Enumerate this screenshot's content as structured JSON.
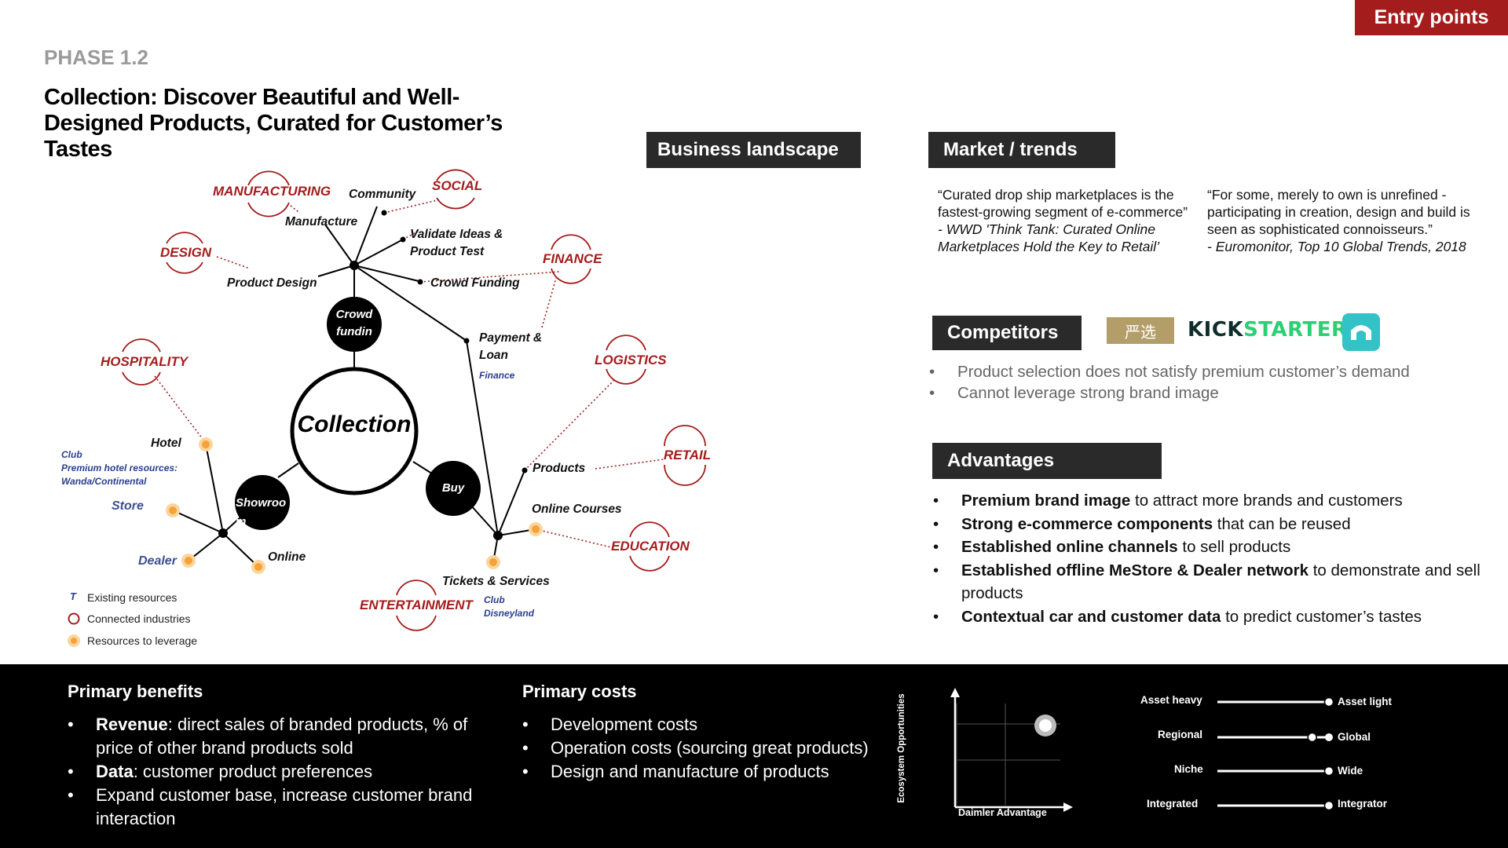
{
  "header": {
    "entry_points": "Entry points",
    "phase": "PHASE 1.2",
    "title": "Collection: Discover Beautiful and Well-Designed Products, Curated for Customer’s Tastes"
  },
  "tags": {
    "business_landscape": "Business landscape",
    "market_trends": "Market / trends",
    "competitors": "Competitors",
    "advantages": "Advantages"
  },
  "quotes": [
    {
      "text": "“Curated drop ship marketplaces is the fastest-growing segment of e-commerce”",
      "source": "- WWD 'Think Tank: Curated Online Marketplaces Hold the Key to Retail’"
    },
    {
      "text": "“For some, merely to own is unrefined - participating in creation, design and build is seen as sophisticated connoisseurs.”",
      "source": "- Euromonitor, Top 10 Global Trends, 2018"
    }
  ],
  "competitor_logos": {
    "yanxuan": "严选",
    "kick1": "KICK",
    "kick2": "STARTER",
    "nio_icon": "nio-logo-icon"
  },
  "competitor_points": [
    "Product selection does not satisfy premium customer’s demand",
    "Cannot leverage strong brand image"
  ],
  "advantages": [
    {
      "bold": "Premium brand image",
      "rest": " to attract more brands and customers"
    },
    {
      "bold": "Strong e-commerce components",
      "rest": " that can be reused"
    },
    {
      "bold": "Established online channels",
      "rest": " to sell products"
    },
    {
      "bold": "Established offline MeStore & Dealer network",
      "rest": " to demonstrate and sell products"
    },
    {
      "bold": "Contextual car and customer data",
      "rest": " to predict customer’s tastes"
    }
  ],
  "diagram": {
    "center": "Collection",
    "hubs": {
      "crowdfunding": "Crowd fundin",
      "buy": "Buy",
      "showroom": "Showroo m"
    },
    "nodes": {
      "community": "Community",
      "manufacture": "Manufacture",
      "validate": "Validate Ideas & Product Test",
      "product_design": "Product Design",
      "crowd_funding": "Crowd Funding",
      "payment": "Payment & Loan",
      "hotel": "Hotel",
      "online": "Online",
      "products": "Products",
      "online_courses": "Online Courses",
      "tickets": "Tickets & Services"
    },
    "industries": {
      "manufacturing": "MANUFACTURING",
      "social": "SOCIAL",
      "design": "DESIGN",
      "finance": "FINANCE",
      "hospitality": "HOSPITALITY",
      "logistics": "LOGISTICS",
      "retail": "RETAIL",
      "education": "EDUCATION",
      "entertainment": "ENTERTAINMENT"
    },
    "resources": {
      "finance": "Finance",
      "club_hotel": [
        "Club",
        "Premium hotel resources:",
        "Wanda/Continental"
      ],
      "store": "Store",
      "dealer": "Dealer",
      "club_disney": [
        "Club",
        "Disneyland"
      ]
    },
    "legend": {
      "existing_marker": "T",
      "existing": "Existing resources",
      "connected": "Connected industries",
      "leverage": "Resources to leverage"
    },
    "colors": {
      "industry": "#a51c1c",
      "resource": "#2a3f8f",
      "leverage": "#f3a33a"
    }
  },
  "primary_benefits": {
    "title": "Primary benefits",
    "items": [
      {
        "bold": "Revenue",
        "rest": ": direct sales of branded products, % of price of other brand products sold"
      },
      {
        "bold": "Data",
        "rest": ": customer product preferences"
      },
      {
        "bold": "",
        "rest": "Expand customer base, increase customer brand interaction"
      }
    ]
  },
  "primary_costs": {
    "title": "Primary costs",
    "items": [
      "Development costs",
      "Operation costs (sourcing great products)",
      "Design and manufacture of  products"
    ]
  },
  "matrix": {
    "y_label": "Ecosystem Opportunities",
    "x_label": "Daimler Advantage",
    "position": "upper-right"
  },
  "sliders": [
    {
      "left": "Asset heavy",
      "right": "Asset light",
      "value": 1.0
    },
    {
      "left": "Regional",
      "right": "Global",
      "value": 0.85
    },
    {
      "left": "Niche",
      "right": "Wide",
      "value": 1.0
    },
    {
      "left": "Integrated",
      "right": "Integrator",
      "value": 1.0
    }
  ],
  "brand_color": "#a51c1c"
}
